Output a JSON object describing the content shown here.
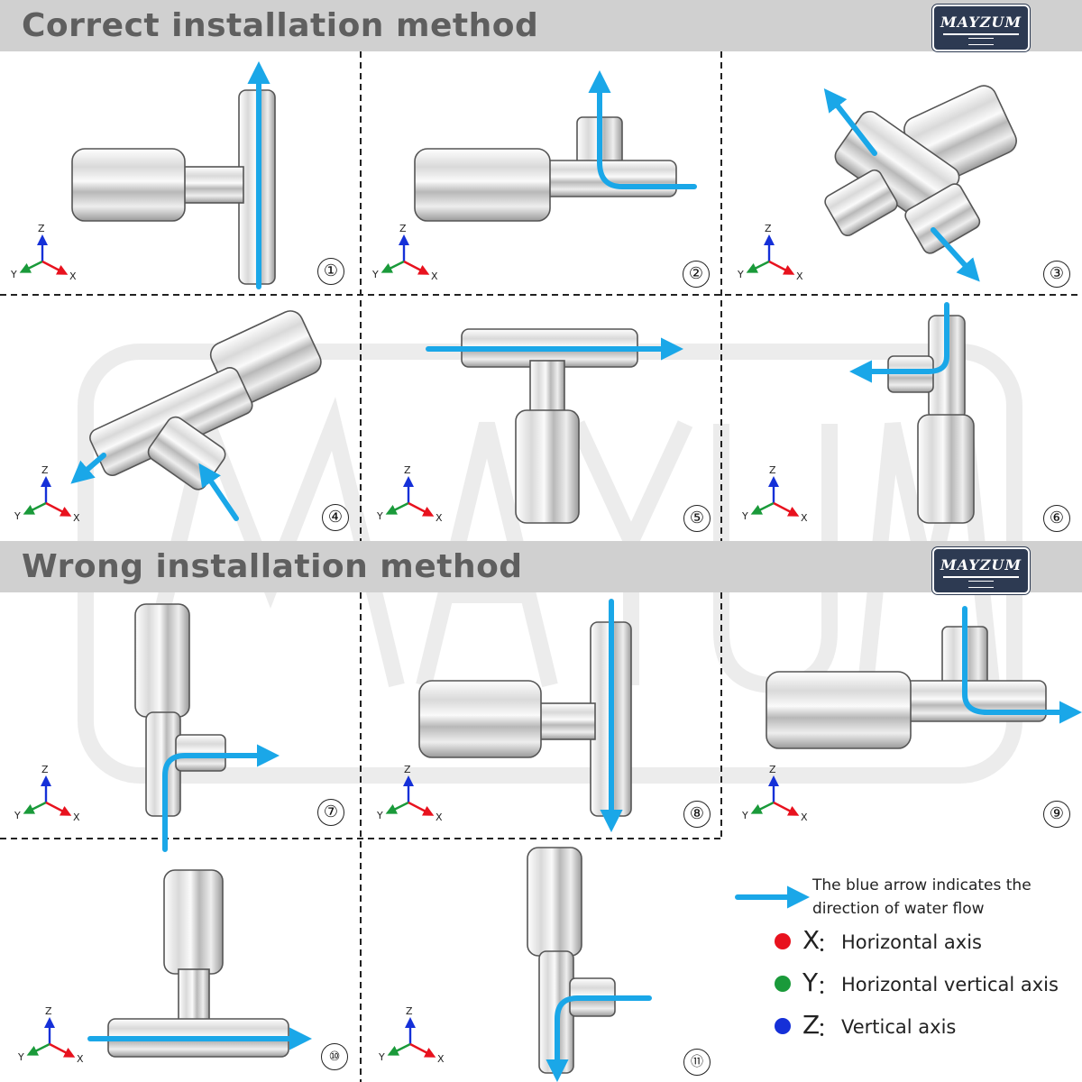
{
  "sections": {
    "correct_title": "Correct installation method",
    "wrong_title": "Wrong installation method"
  },
  "brand": {
    "logo_text": "MAYZUM"
  },
  "panel_numbers": [
    "①",
    "②",
    "③",
    "④",
    "⑤",
    "⑥",
    "⑦",
    "⑧",
    "⑨",
    "⑩",
    "⑪"
  ],
  "axis_labels": {
    "z": "Z",
    "y": "Y",
    "x": "X"
  },
  "legend": {
    "arrow_text_line1": "The blue arrow indicates the",
    "arrow_text_line2": "direction of water flow",
    "items": [
      {
        "letter": "X",
        "sep": "：",
        "label": "Horizontal axis",
        "color": "#e8121e"
      },
      {
        "letter": "Y",
        "sep": "：",
        "label": "Horizontal vertical axis",
        "color": "#1a9a3a"
      },
      {
        "letter": "Z",
        "sep": "：",
        "label": "Vertical axis",
        "color": "#1530d8"
      }
    ]
  },
  "colors": {
    "flow_arrow": "#1aa7e8",
    "axis_x": "#e8121e",
    "axis_y": "#1a9a3a",
    "axis_z": "#1530d8",
    "banner": "#d0d0d0",
    "logo_bg": "#2d3a52"
  }
}
